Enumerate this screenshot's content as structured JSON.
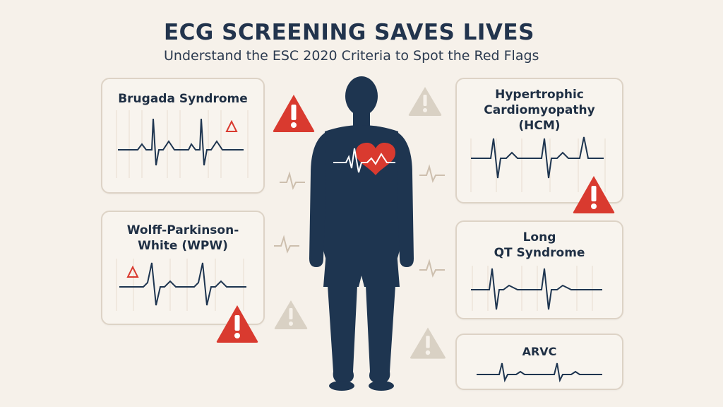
{
  "header": {
    "title": "ECG SCREENING SAVES LIVES",
    "subtitle": "Understand the ESC 2020 Criteria to Spot the Red Flags"
  },
  "cards": {
    "brugada": {
      "label": "Brugada Syndrome"
    },
    "wpw": {
      "label_line1": "Wolff-Parkinson-",
      "label_line2": "White (WPW)"
    },
    "hcm": {
      "label_line1": "Hypertrophic",
      "label_line2": "Cardiomyopathy",
      "label_line3": "(HCM)"
    },
    "lqts": {
      "label_line1": "Long",
      "label_line2": "QT Syndrome"
    },
    "arvc": {
      "label": "ARVC"
    }
  },
  "icons": {
    "warning_red": "warning-triangle-red",
    "warning_gray": "warning-triangle-gray",
    "delta": "delta-wave-marker",
    "heart": "heart-with-pulse",
    "person": "athlete-silhouette"
  },
  "colors": {
    "navy": "#1e3550",
    "red": "#d93a2f",
    "beige_warning": "#d6cfc3",
    "background": "#f6f1ea"
  }
}
